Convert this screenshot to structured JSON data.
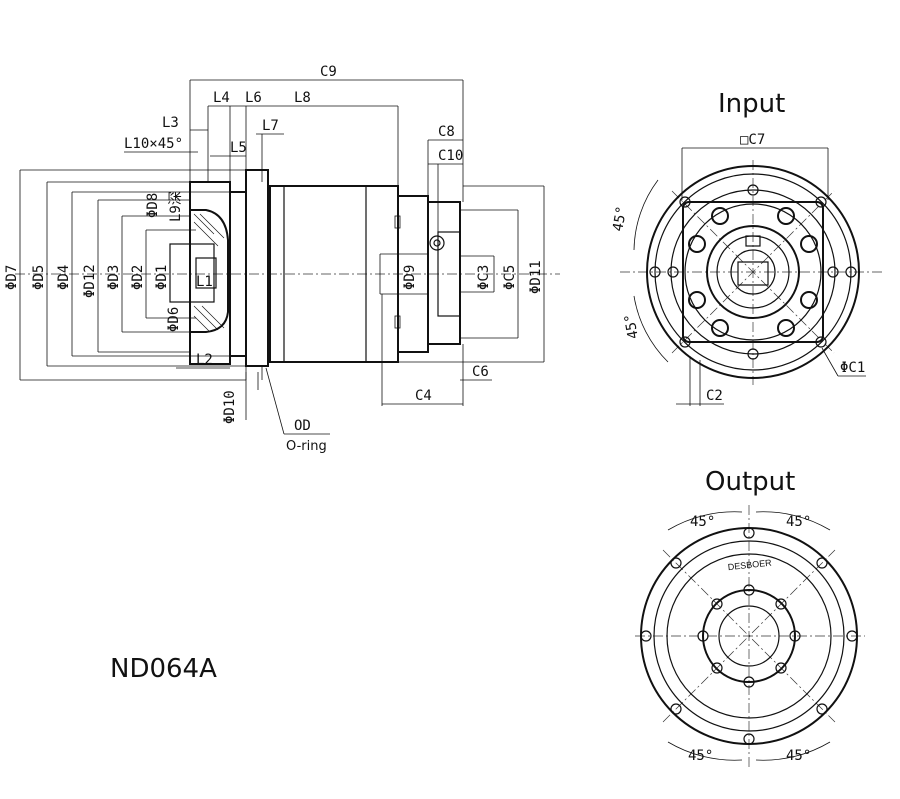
{
  "model": "ND064A",
  "views": {
    "input": "Input",
    "output": "Output"
  },
  "oring": "O-ring",
  "brand": "DESBOER",
  "dims": {
    "C9": "C9",
    "L4": "L4",
    "L6": "L6",
    "L8": "L8",
    "L3": "L3",
    "L7": "L7",
    "L10": "L10×45°",
    "L5": "L5",
    "C8": "C8",
    "C10": "C10",
    "D8": "ΦD8",
    "L9": "L9深",
    "D7": "ΦD7",
    "D5": "ΦD5",
    "D4": "ΦD4",
    "D12": "ΦD12",
    "D3": "ΦD3",
    "D2": "ΦD2",
    "D1": "ΦD1",
    "L1": "L1",
    "D6": "ΦD6",
    "L2": "L2",
    "D9": "ΦD9",
    "C3": "ΦC3",
    "C5": "ΦC5",
    "D11": "ΦD11",
    "C4": "C4",
    "C6": "C6",
    "D10": "ΦD10",
    "OD": "OD",
    "C7": "□C7",
    "C1": "ΦC1",
    "C2": "C2",
    "a45": "45°"
  }
}
